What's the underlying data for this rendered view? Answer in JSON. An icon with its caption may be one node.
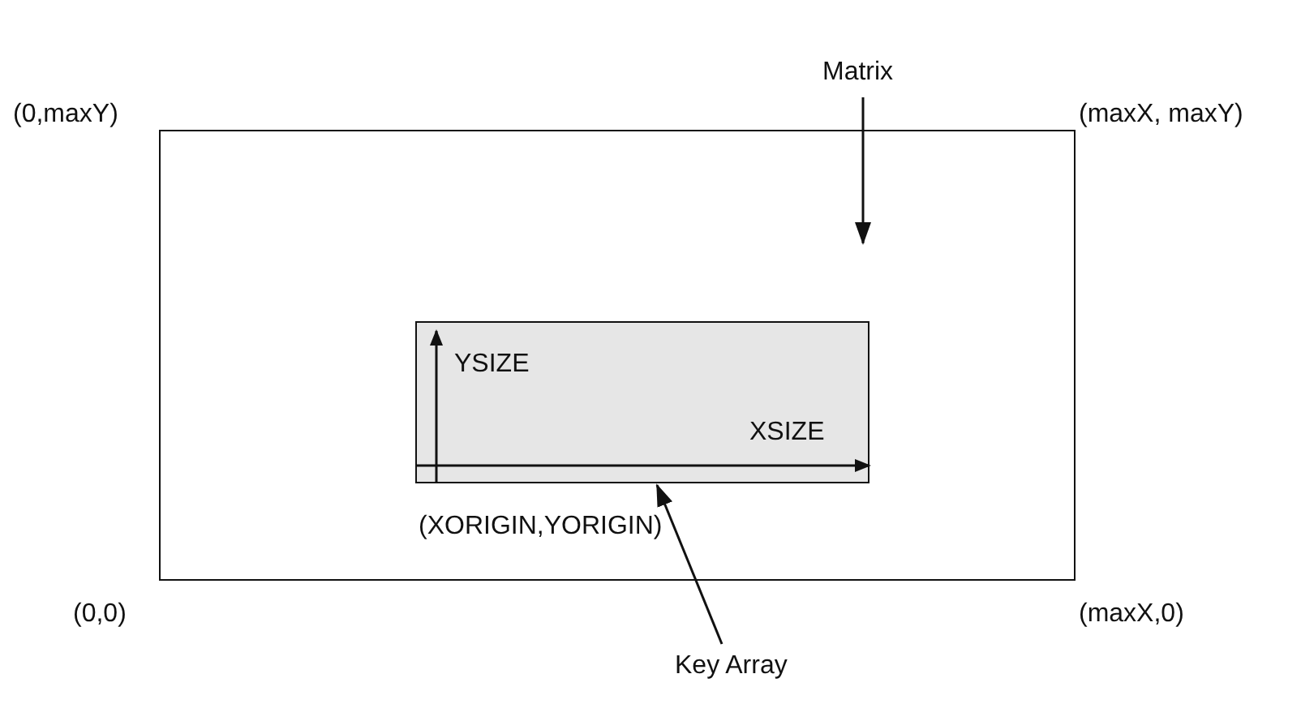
{
  "diagram": {
    "nodes": [
      {
        "text": [
          "Matrix"
        ]
      },
      {
        "text": [],
        "shape": "box"
      },
      {
        "text": [],
        "shape": "box",
        "in": 1
      },
      {
        "text": [
          "Key Array"
        ]
      }
    ],
    "edges": [
      {
        "from": 0,
        "to": null,
        "arrow": "to"
      },
      {
        "from": 3,
        "to": 2,
        "arrow": "to"
      }
    ],
    "labels": [
      "(0,maxY)",
      "(maxX, maxY)",
      "YSIZE",
      "XSIZE",
      "(XORIGIN,YORIGIN)",
      "(0,0)",
      "(maxX,0)"
    ]
  }
}
